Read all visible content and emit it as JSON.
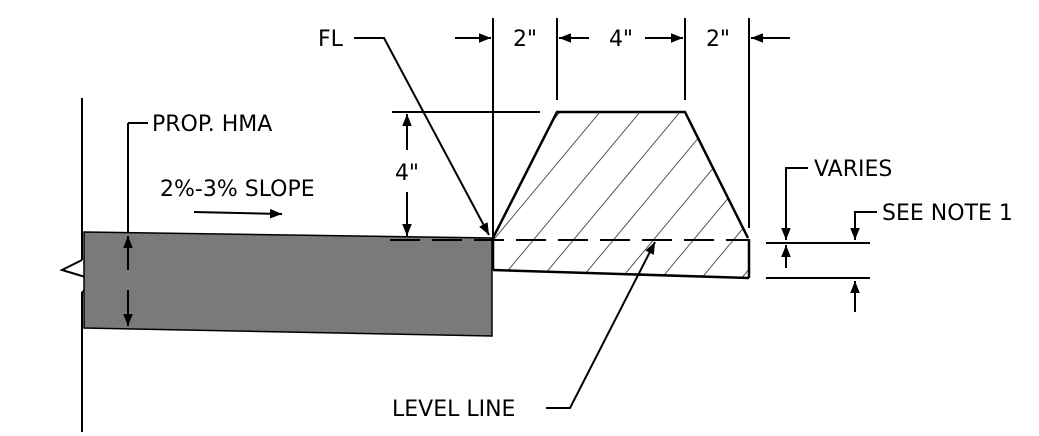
{
  "labels": {
    "fl": "FL",
    "dim_left": "2\"",
    "dim_mid": "4\"",
    "dim_right": "2\"",
    "height": "4\"",
    "prop_hma": "PROP. HMA",
    "slope": "2%-3% SLOPE",
    "varies": "VARIES",
    "see_note": "SEE NOTE 1",
    "level_line": "LEVEL LINE"
  },
  "colors": {
    "pavement": "#7a7a7a",
    "line": "#000000",
    "background": "#ffffff"
  }
}
